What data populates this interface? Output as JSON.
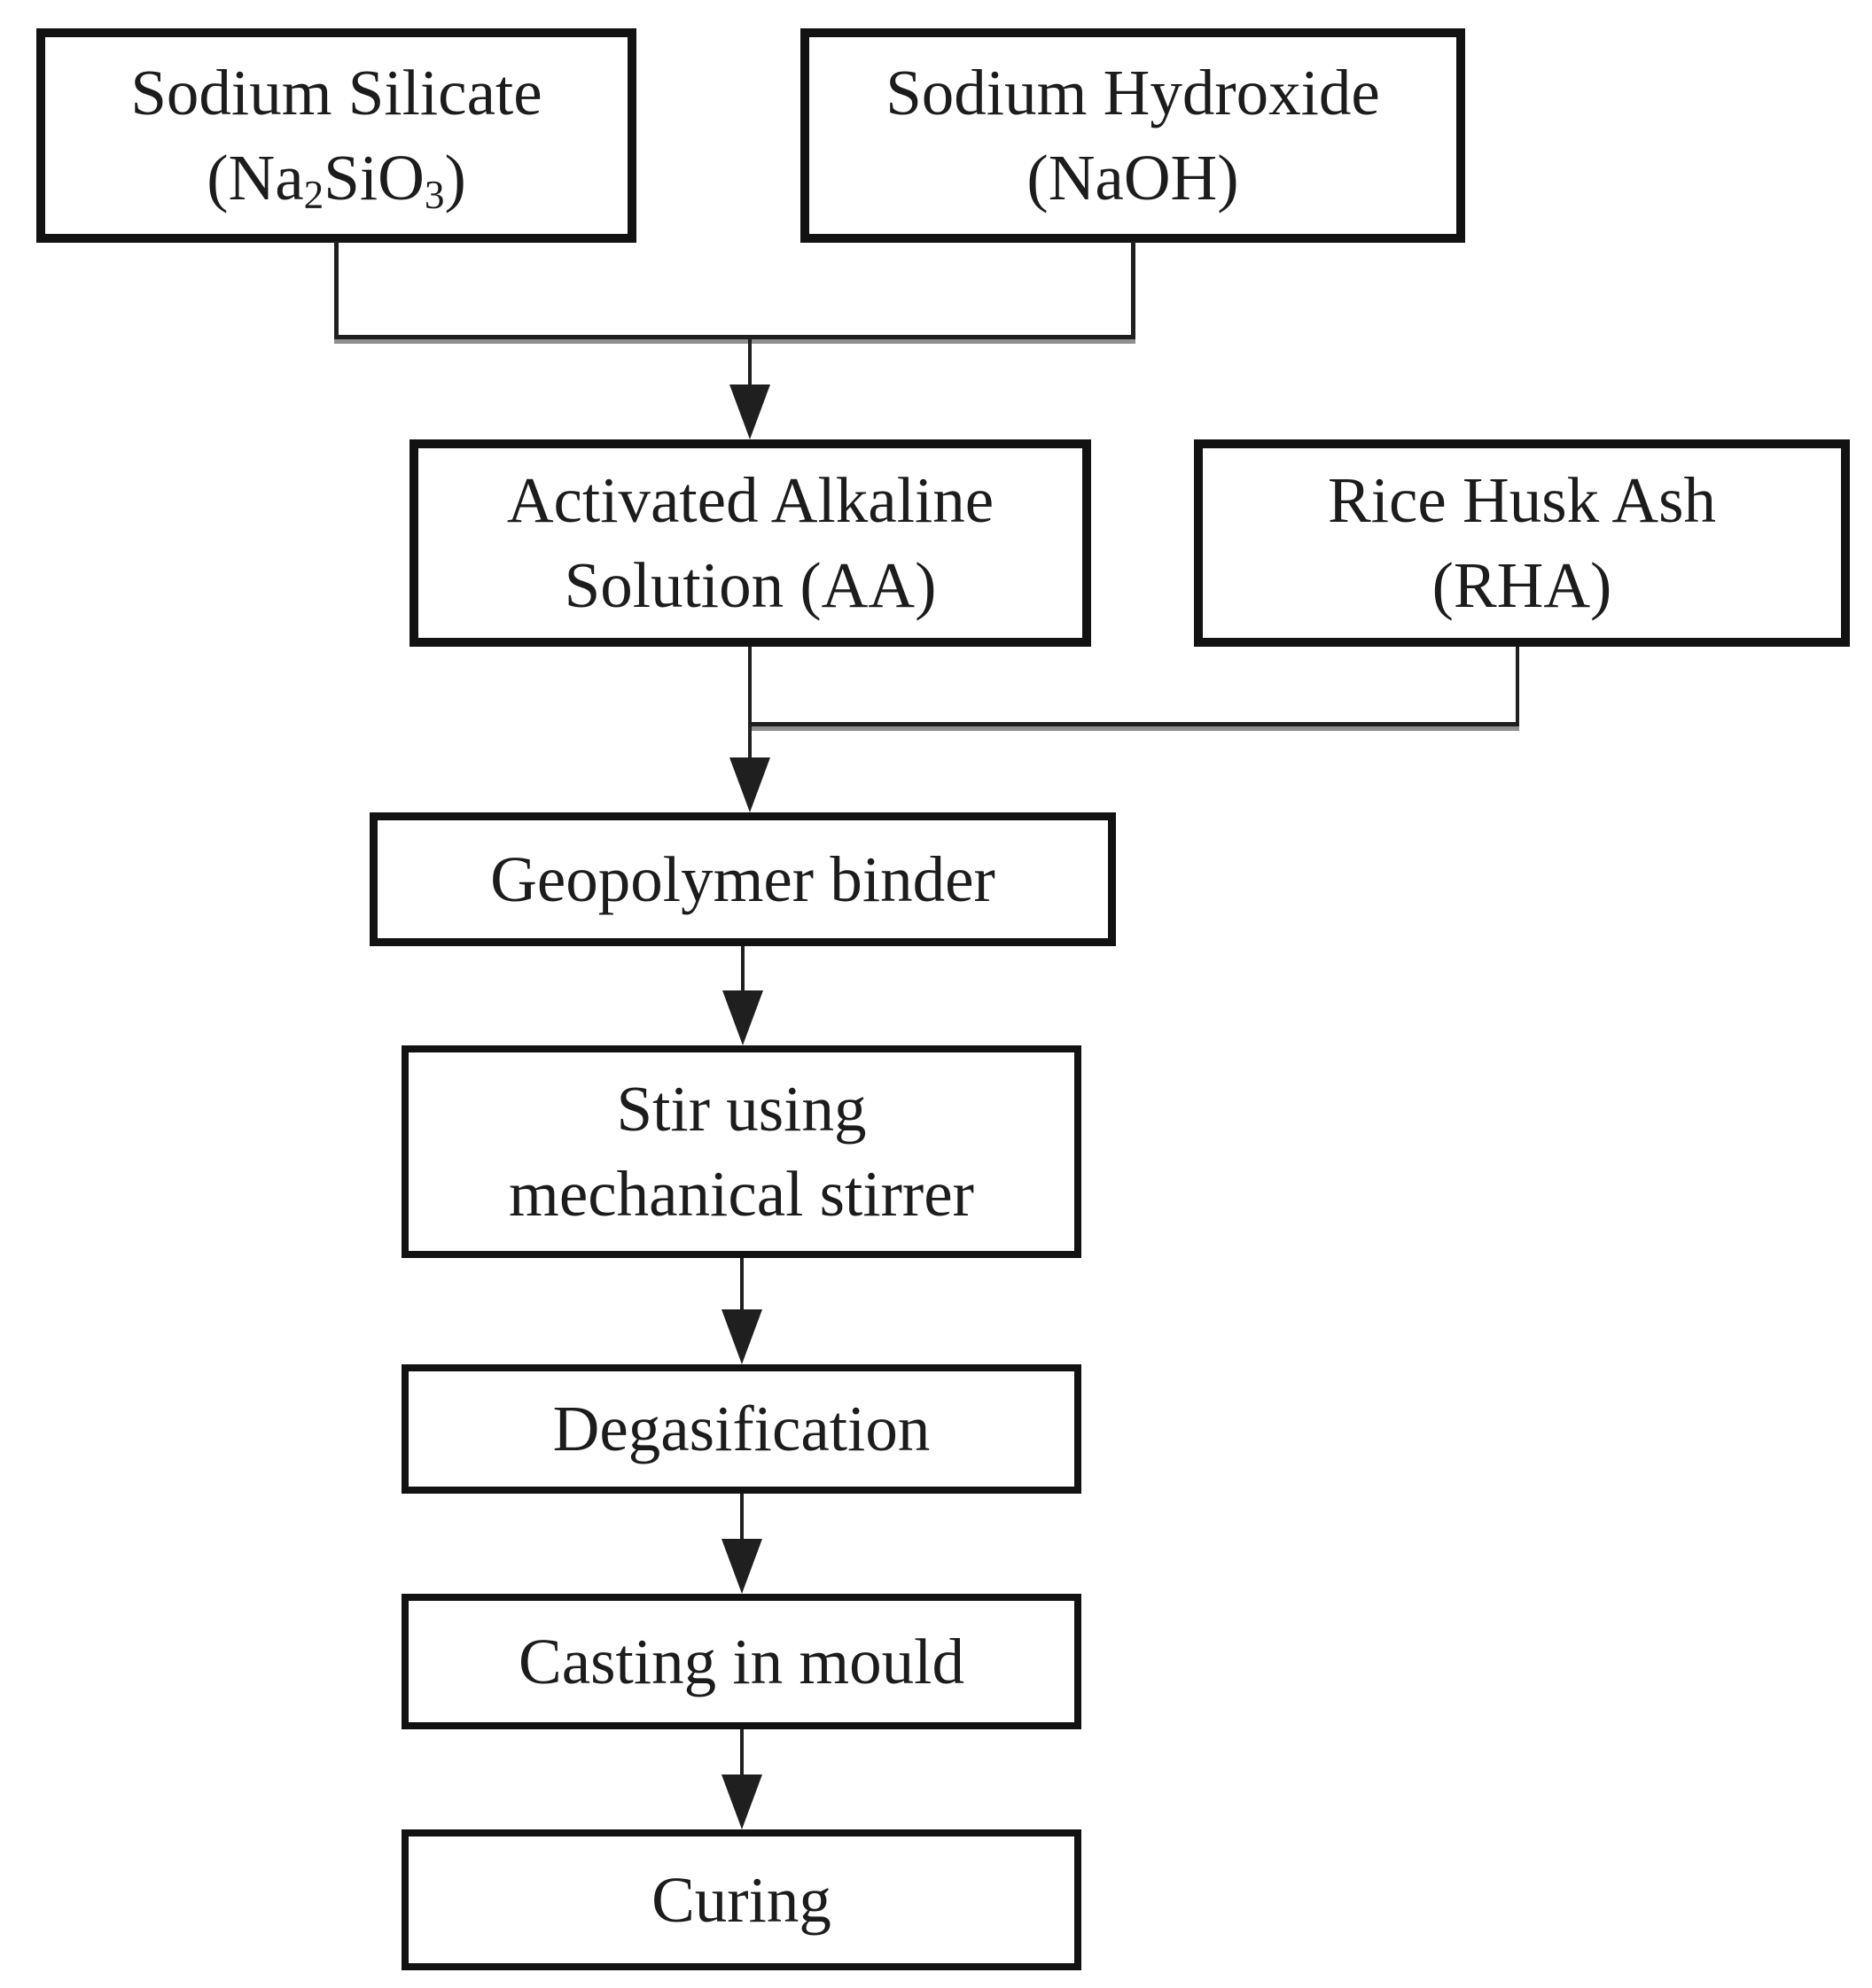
{
  "colors": {
    "background": "#ffffff",
    "box_fill": "#ffffff",
    "box_border": "#121212",
    "text": "#1c1c1c",
    "line": "#1f1f1f",
    "line_shadow": "#8f8f8f"
  },
  "boxes": {
    "sodium_silicate": {
      "line1": "Sodium Silicate",
      "formula_open": "(Na",
      "formula_sub_2": "2",
      "formula_mid": "SiO",
      "formula_sub_3": "3",
      "formula_close": ")"
    },
    "sodium_hydroxide": {
      "line1": "Sodium Hydroxide",
      "line2": "(NaOH)"
    },
    "activated_alkaline_solution": {
      "line1": "Activated Alkaline",
      "line2": "Solution (AA)"
    },
    "rice_husk_ash": {
      "line1": "Rice Husk Ash",
      "line2": "(RHA)"
    },
    "geopolymer_binder": {
      "line1": "Geopolymer binder"
    },
    "stir": {
      "line1": "Stir using",
      "line2": "mechanical stirrer"
    },
    "degasification": {
      "line1": "Degasification"
    },
    "casting_in_mould": {
      "line1": "Casting in mould"
    },
    "curing": {
      "line1": "Curing"
    }
  }
}
